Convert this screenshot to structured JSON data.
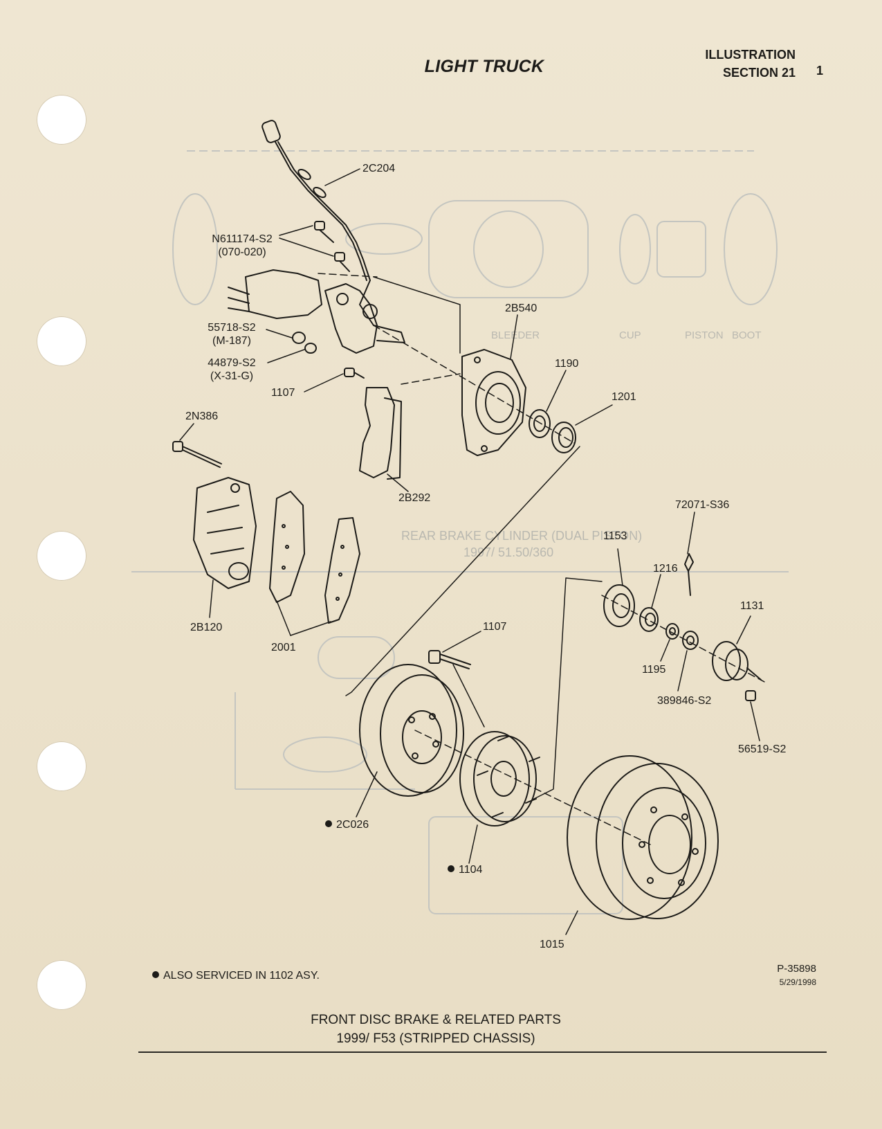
{
  "header": {
    "title": "LIGHT TRUCK",
    "illustration_label": "ILLUSTRATION",
    "section_label": "SECTION 21",
    "page_number": "1"
  },
  "parts": {
    "speed_sensor_harness": "2C204",
    "bolt_n611174": "N611174-S2",
    "bolt_n611174_spec": "(070-020)",
    "nut_55718": "55718-S2",
    "nut_55718_spec": "(M-187)",
    "washer_44879": "44879-S2",
    "washer_44879_spec": "(X-31-G)",
    "bolt_1107_upper": "1107",
    "bolt_2n386": "2N386",
    "splash_shield": "2B540",
    "grease_seal": "1190",
    "inner_bearing": "1201",
    "anchor_plate": "2B292",
    "caliper": "2B120",
    "brake_pads": "2001",
    "cotter_pin": "72071-S36",
    "bearing_cup": "1153",
    "outer_bearing": "1216",
    "hub_cap": "1131",
    "washer_1195": "1195",
    "nut_retainer": "389846-S2",
    "grease_plug": "56519-S2",
    "wheel_stud": "1107",
    "rotor": "2C026",
    "hub": "1104",
    "wheel_drum": "1015"
  },
  "ghost_text": {
    "boot": "BOOT",
    "piston": "PISTON",
    "cup": "CUP",
    "bleeder": "BLEEDER",
    "cylinder_title": "REAR BRAKE CYLINDER (DUAL PISTON)",
    "cylinder_years": "1997/ 51.50/360"
  },
  "footer": {
    "note": "ALSO SERVICED IN 1102 ASY.",
    "ref_number": "P-35898",
    "ref_date": "5/29/1998",
    "caption_line1": "FRONT DISC BRAKE & RELATED PARTS",
    "caption_line2": "1999/ F53 (STRIPPED CHASSIS)"
  },
  "colors": {
    "paper": "#ede3cd",
    "ink": "#1c1b18",
    "ghost": "#b9b8b0"
  }
}
